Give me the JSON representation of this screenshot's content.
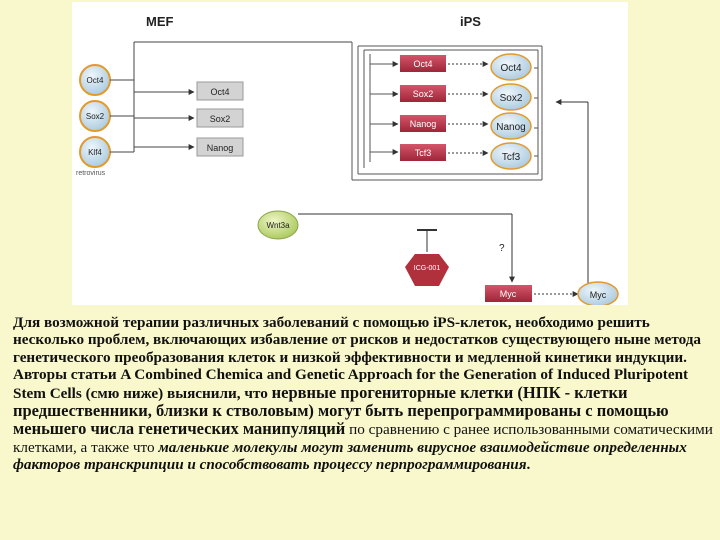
{
  "diagram": {
    "mef_title": "MEF",
    "ips_title": "iPS",
    "retro_factors": [
      "Oct4",
      "Sox2",
      "Klf4"
    ],
    "retrovirus_label": "retrovirus",
    "mef_targets": [
      "Oct4",
      "Sox2",
      "Nanog"
    ],
    "ips_genes": [
      "Oct4",
      "Sox2",
      "Nanog",
      "Tcf3"
    ],
    "ips_proteins": [
      "Oct4",
      "Sox2",
      "Nanog",
      "Tcf3"
    ],
    "wnt_label": "Wnt3a",
    "inhibitor_label": "ICG-001",
    "question_mark": "?",
    "myc_gene": "Myc",
    "myc_protein": "Myc",
    "colors": {
      "gene_box": "#c0384a",
      "node": "#c9e0ef",
      "wnt": "#c9de8a",
      "inhibitor": "#b0303c"
    }
  },
  "caption": {
    "s1": "Для возможной терапии различных заболеваний с помощью iPS-клеток, необходимо решить несколько проблем, включающих избавление от рисков и недостатков существующего ныне метода генетического преобразования клеток и низкой эффективности и медленной кинетики индукции. Авторы статьи ",
    "s2": "A Combined Chemica and Genetic Approach for the Generation of Induced Pluripotent Stem Cells",
    "s3": " (смю ниже) выяснили, что ",
    "s4": "нервные прогениторные клетки (НПК - клетки предшественники, близки к стволовым) могут быть перепрограммированы с помощью меньшего числа генетических манипуляций",
    "s5": " по сравнению с ранее использованными соматическими клетками, а также что ",
    "s6": "маленькие молекулы могут заменить вирусное взаимодействие определенных факторов транскрипции и способствовать процессу перпрограммирования",
    "s7": "."
  }
}
